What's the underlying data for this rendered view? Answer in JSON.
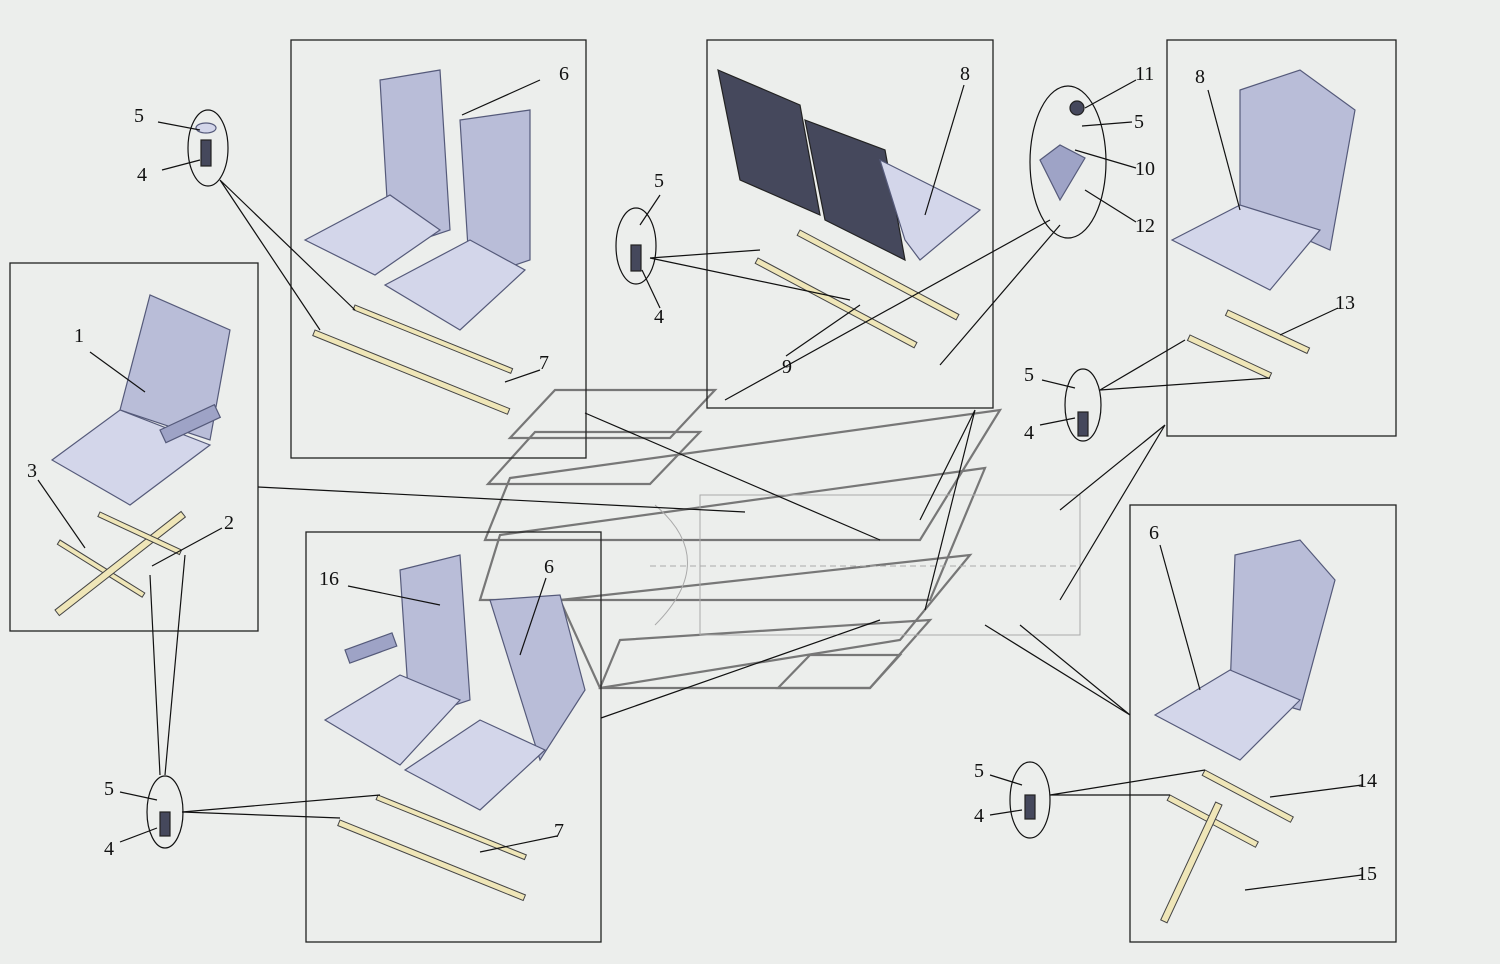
{
  "diagram": {
    "title": "Seat installation exploded view",
    "labels": [
      "5",
      "4",
      "6",
      "7",
      "1",
      "3",
      "2",
      "5",
      "4",
      "8",
      "9",
      "11",
      "5",
      "10",
      "12",
      "8",
      "13",
      "5",
      "4",
      "16",
      "6",
      "7",
      "5",
      "4",
      "6",
      "14",
      "15",
      "5",
      "4"
    ],
    "colors": {
      "background": "#eceeec",
      "seat": "#b9bdd8",
      "rail": "#efe6b8",
      "frame": "#222222"
    }
  }
}
